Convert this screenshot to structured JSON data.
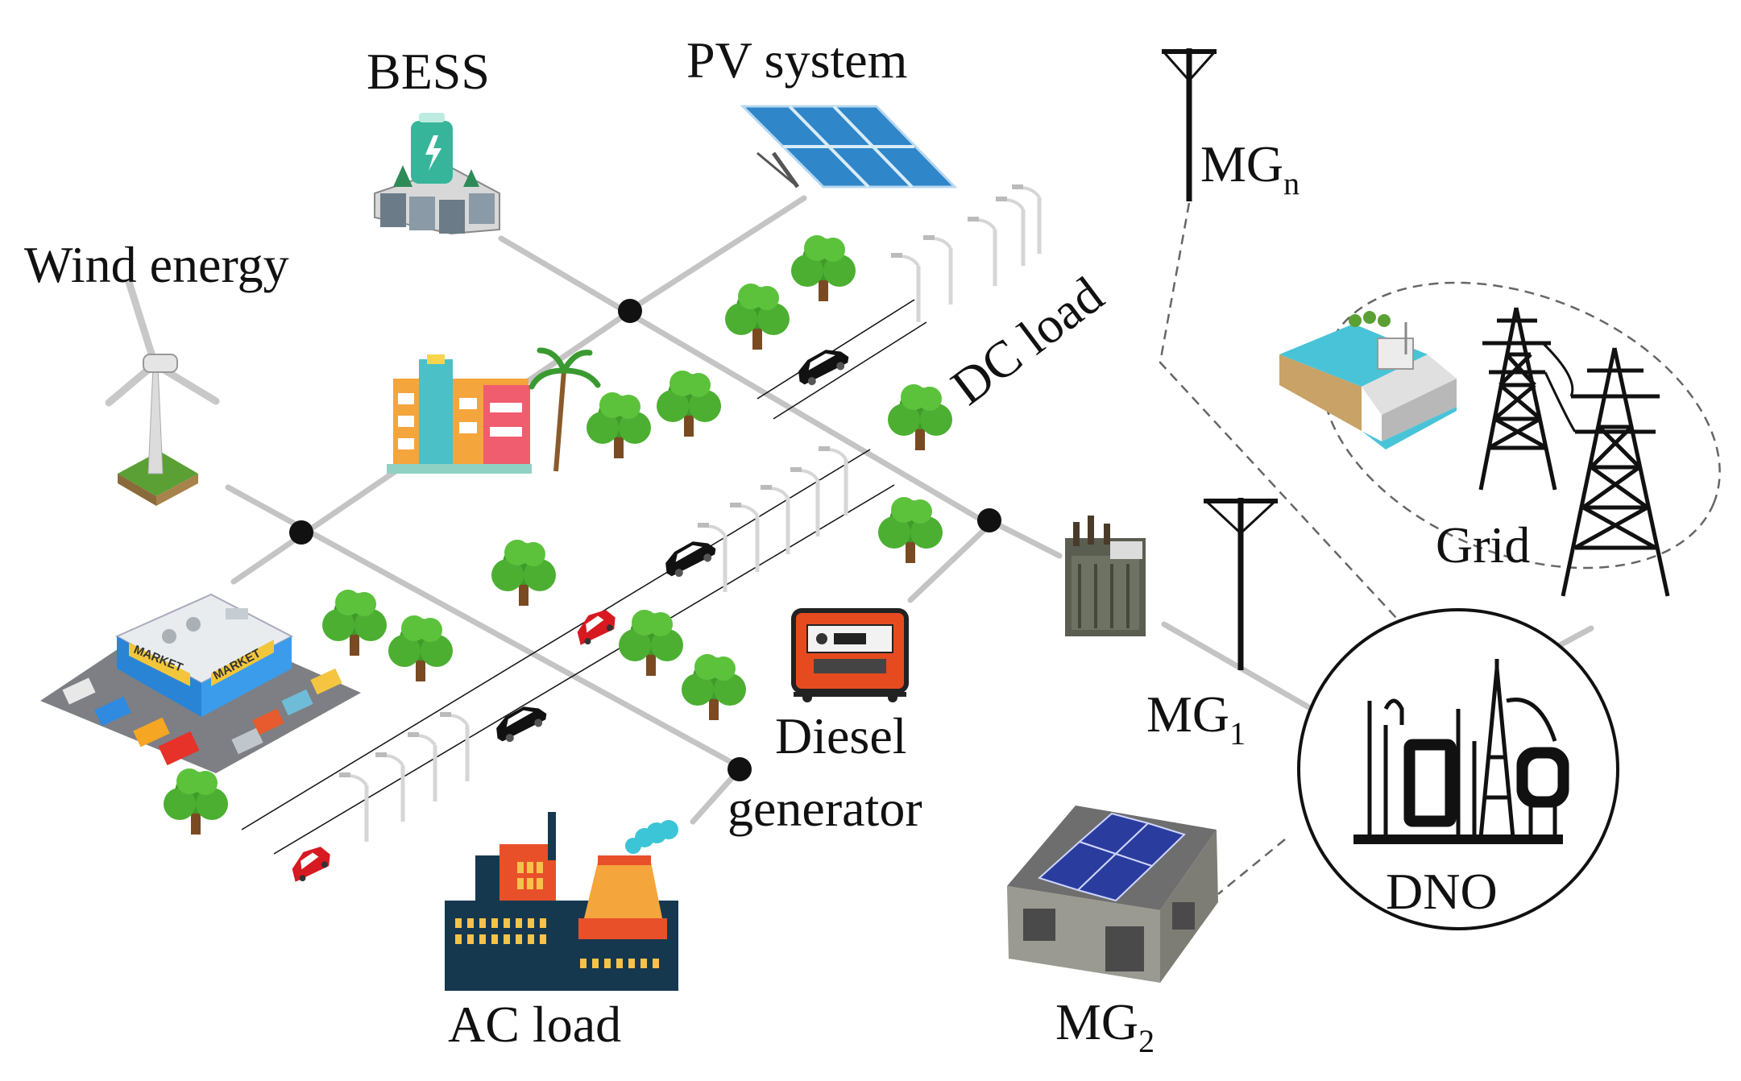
{
  "labels": {
    "bess": "BESS",
    "pv": "PV system",
    "wind": "Wind energy",
    "dc_load": "DC load",
    "mgn_base": "MG",
    "mgn_sub": "n",
    "mg1_base": "MG",
    "mg1_sub": "1",
    "mg2_base": "MG",
    "mg2_sub": "2",
    "grid": "Grid",
    "diesel_line1": "Diesel",
    "diesel_line2": "generator",
    "dno": "DNO",
    "ac_load": "AC load",
    "market_sign": "MARKET"
  },
  "colors": {
    "line": "#c4c4c4",
    "node": "#111111",
    "tree_leaf": "#4caf32",
    "tree_trunk": "#7a4a22",
    "pv_panel": "#2f86c8",
    "battery": "#36b59a",
    "factory_red": "#e8502a",
    "factory_dark": "#16384f",
    "generator": "#e54b1f"
  }
}
